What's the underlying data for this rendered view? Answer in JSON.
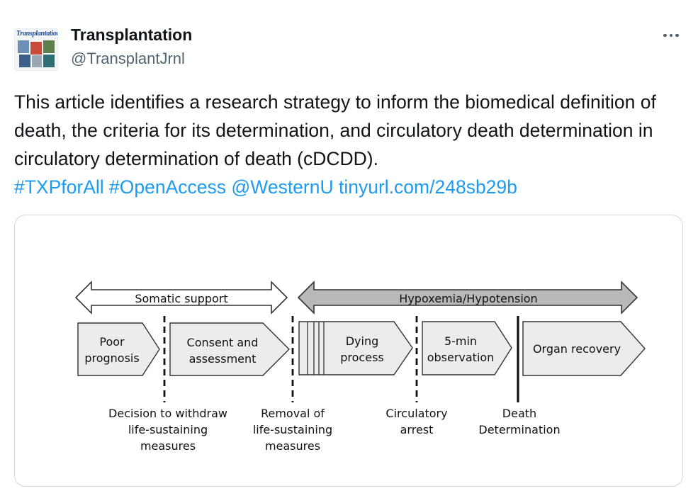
{
  "author": {
    "display_name": "Transplantation",
    "handle": "@TransplantJrnl",
    "avatar_brand": "Transplantation"
  },
  "tweet": {
    "body": "This article identifies a research strategy to inform the biomedical definition of death, the criteria for its determination, and circulatory death determination in circulatory determination of death (cDCDD).",
    "hashtags": [
      "#TXPforAll",
      "#OpenAccess"
    ],
    "mention": "@WesternU",
    "link": "tinyurl.com/248sb29b"
  },
  "colors": {
    "link": "#1d9bf0",
    "muted": "#536471",
    "phase_fill": "#ececec",
    "hypoxemia_fill": "#b9b9b9"
  },
  "diagram": {
    "top_arrows": {
      "somatic_support": "Somatic support",
      "hypoxemia": "Hypoxemia/Hypotension"
    },
    "phases": {
      "poor_prognosis": [
        "Poor",
        "prognosis"
      ],
      "consent": [
        "Consent and",
        "assessment"
      ],
      "dying": [
        "Dying",
        "process"
      ],
      "observation": [
        "5-min",
        "observation"
      ],
      "organ_recovery": [
        "Organ recovery"
      ]
    },
    "events": {
      "withdraw": [
        "Decision to withdraw",
        "life-sustaining",
        "measures"
      ],
      "removal": [
        "Removal of",
        "life-sustaining",
        "measures"
      ],
      "arrest": [
        "Circulatory",
        "arrest"
      ],
      "death": [
        "Death",
        "Determination"
      ]
    }
  }
}
